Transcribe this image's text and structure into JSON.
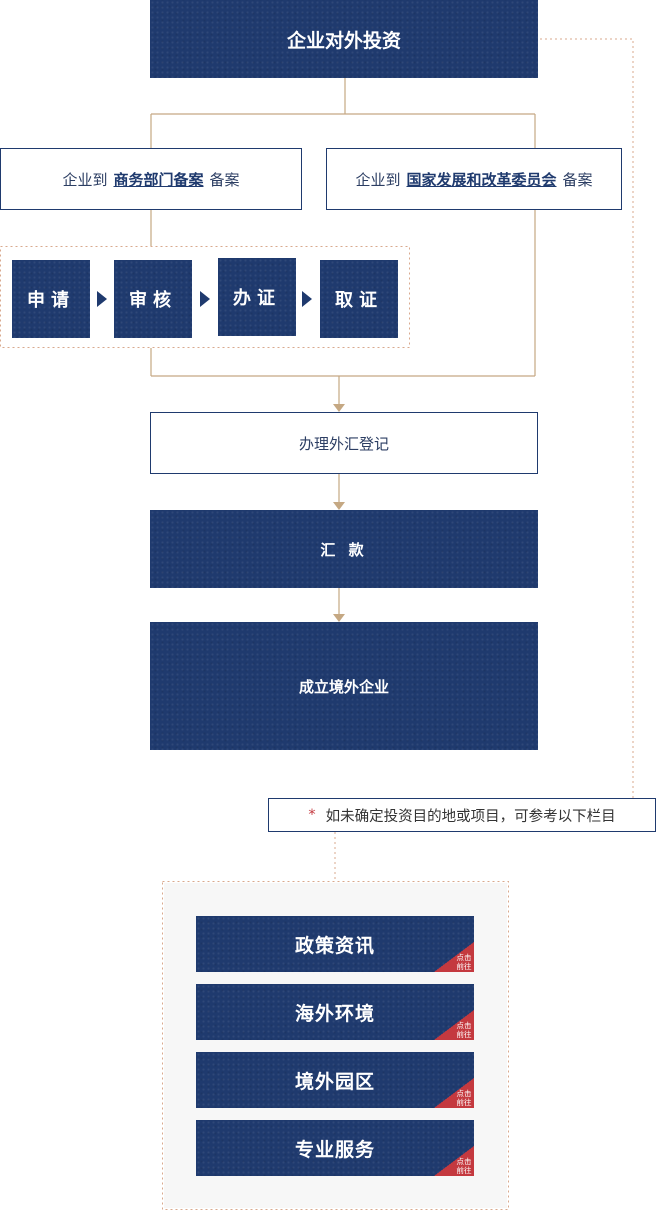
{
  "title": "企业对外投资",
  "filing": {
    "left": {
      "prefix": "企业到",
      "link": "商务部门备案",
      "suffix": "备案"
    },
    "right": {
      "prefix": "企业到",
      "link": "国家发展和改革委员会",
      "suffix": "备案"
    }
  },
  "steps": [
    "申请",
    "审核",
    "办证",
    "取证"
  ],
  "forex_registration": "办理外汇登记",
  "remittance": "汇 款",
  "establish": "成立境外企业",
  "note": {
    "asterisk": "*",
    "text": "如未确定投资目的地或项目，可参考以下栏目"
  },
  "resources": [
    {
      "label": "政策资讯",
      "badge": "点击前往"
    },
    {
      "label": "海外环境",
      "badge": "点击前往"
    },
    {
      "label": "境外园区",
      "badge": "点击前往"
    },
    {
      "label": "专业服务",
      "badge": "点击前往"
    }
  ],
  "colors": {
    "navy": "#1f3a6e",
    "line": "#c5a883",
    "accent": "#c4393f"
  }
}
